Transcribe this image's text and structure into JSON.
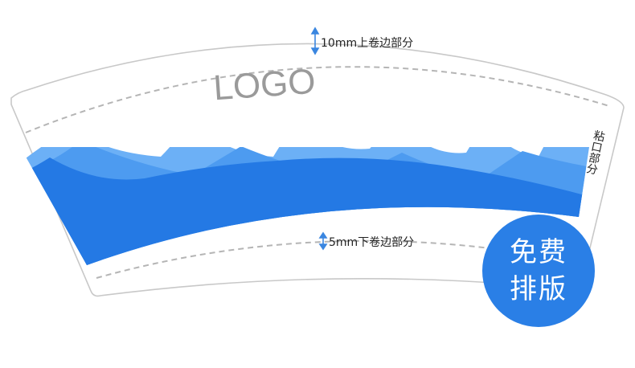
{
  "logo_text": "LOGO",
  "top_margin_label": "10mm上卷边部分",
  "bottom_margin_label": "5mm下卷边部分",
  "seam_label": "粘口部分",
  "badge": {
    "line1": "免费",
    "line2": "排版"
  },
  "colors": {
    "wave_light": "#6cb0f6",
    "wave_mid": "#4d9bf0",
    "wave_dark": "#2479e4",
    "outline": "#c8c8c8",
    "dashed": "#b5b5b5",
    "arrow": "#3a86e0",
    "badge": "#2a7fe6"
  }
}
